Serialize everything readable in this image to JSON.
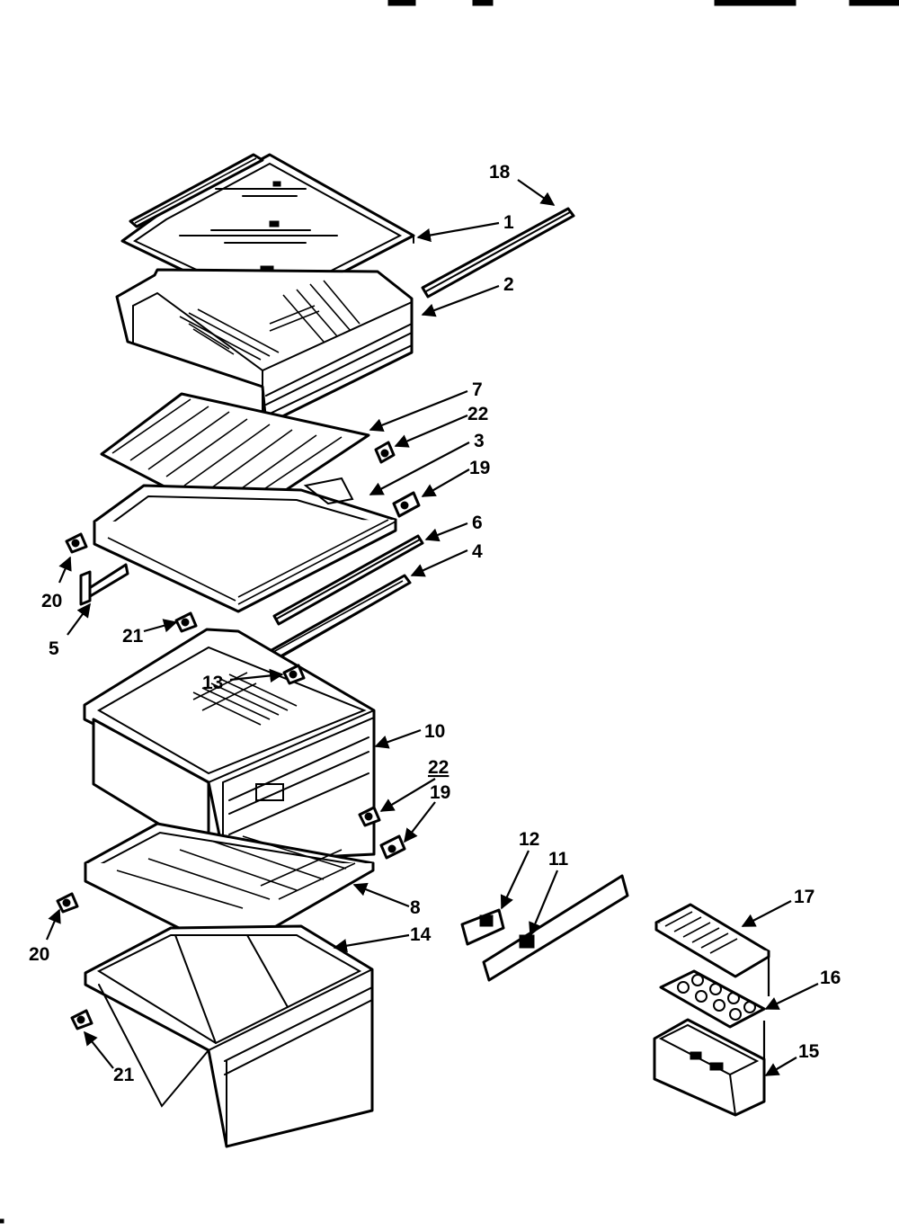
{
  "header": {
    "fragment_left": "...",
    "fragment_mid": "...",
    "fragment_right": "..."
  },
  "callouts": {
    "p1": "1",
    "p2": "2",
    "p3": "3",
    "p4": "4",
    "p5": "5",
    "p6": "6",
    "p7": "7",
    "p8": "8",
    "p10": "10",
    "p11": "11",
    "p12": "12",
    "p13": "13",
    "p14": "14",
    "p15": "15",
    "p16": "16",
    "p17": "17",
    "p18": "18",
    "p19a": "19",
    "p19b": "19",
    "p20a": "20",
    "p20b": "20",
    "p21a": "21",
    "p21b": "21",
    "p22a": "22",
    "p22b": "22"
  }
}
